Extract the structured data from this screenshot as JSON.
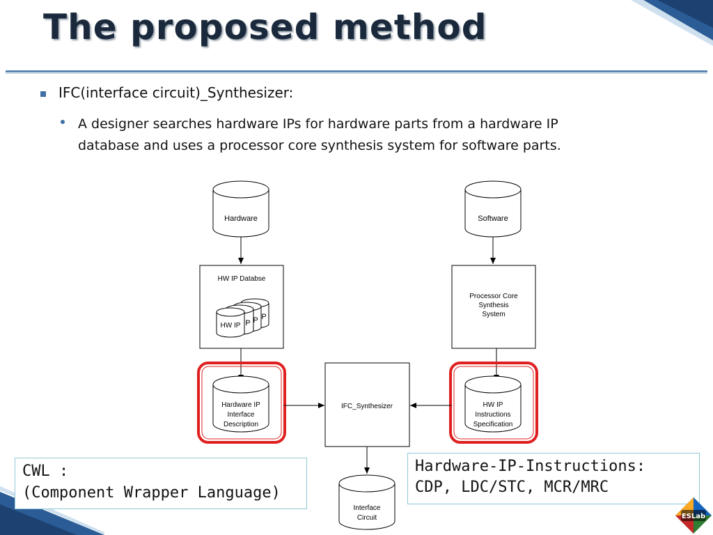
{
  "slide": {
    "title": "The proposed method",
    "bullets": {
      "level1": "IFC(interface circuit)_Synthesizer:",
      "level2_line1": "A designer searches hardware IPs for hardware parts from a hardware IP",
      "level2_line2": "database and uses a processor core synthesis system for software parts."
    }
  },
  "diagram": {
    "hardware_db": "Hardware",
    "software_db": "Software",
    "hw_ip_database_title": "HW IP Databse",
    "hw_ip_stack_label": "HW IP",
    "hw_ip_stack_partial": [
      "P",
      "P",
      "P"
    ],
    "processor_core": [
      "Processor Core",
      "Synthesis",
      "System"
    ],
    "hw_ip_interface": [
      "Hardware IP",
      "Interface",
      "Description"
    ],
    "ifc_synthesizer": "IFC_Synthesizer",
    "hw_ip_instructions": [
      "HW IP",
      "Instructions",
      "Specification"
    ],
    "interface_circuit": [
      "Interface",
      "Circuit"
    ],
    "highlight_color": "#e02020"
  },
  "notes": {
    "cwl_line1": "CWL :",
    "cwl_line2": "(Component Wrapper Language)",
    "hwip_line1": "Hardware-IP-Instructions:",
    "hwip_line2": "CDP, LDC/STC, MCR/MRC"
  },
  "logo": {
    "text": "ESLab"
  },
  "colors": {
    "accent": "#3f6fa3",
    "title": "#1a2a3c",
    "note_border": "#8fc8d8"
  }
}
